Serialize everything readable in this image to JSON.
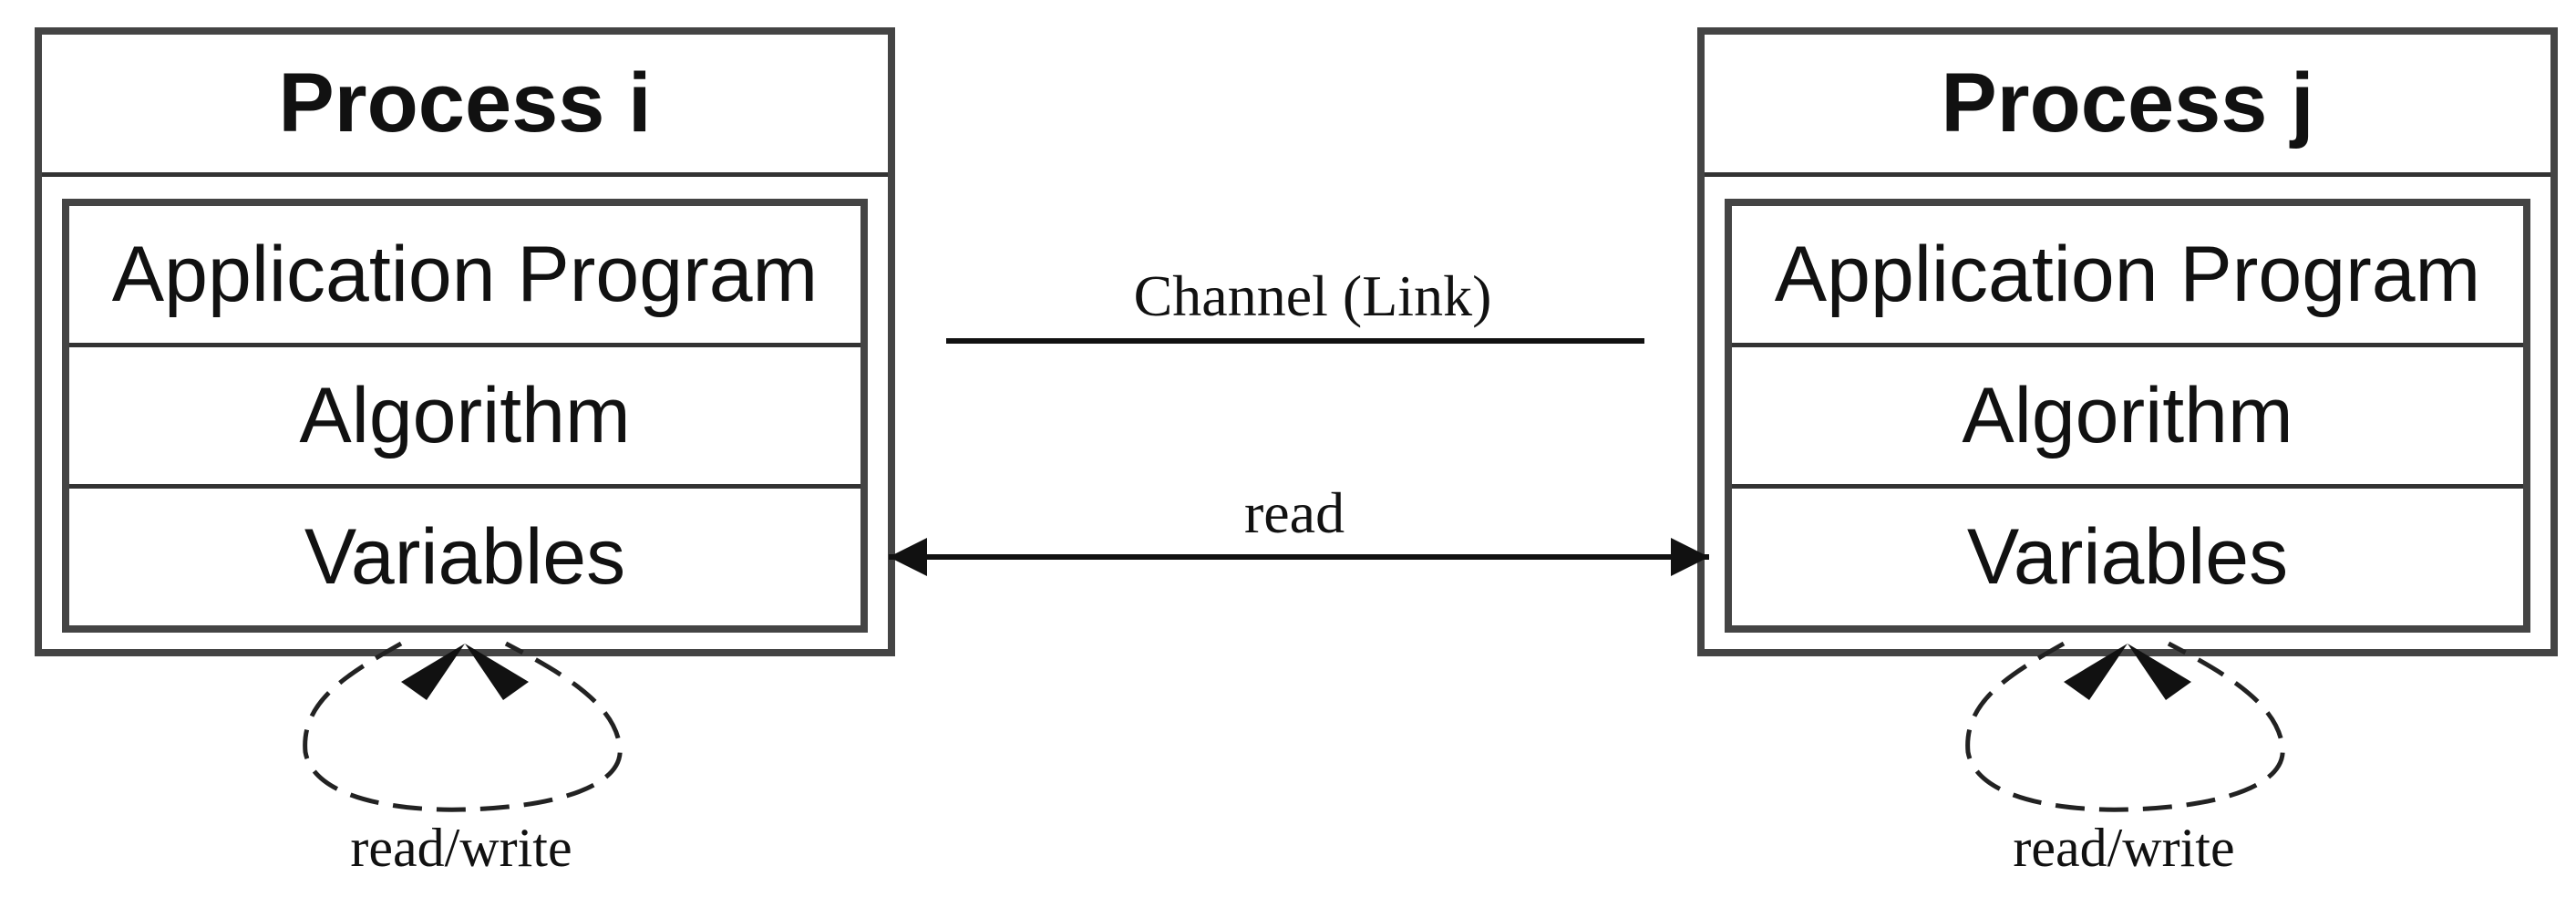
{
  "processes": [
    {
      "title": "Process i",
      "layers": [
        "Application Program",
        "Algorithm",
        "Variables"
      ],
      "loop_label": "read/write"
    },
    {
      "title": "Process j",
      "layers": [
        "Application Program",
        "Algorithm",
        "Variables"
      ],
      "loop_label": "read/write"
    }
  ],
  "channel": {
    "label": "Channel (Link)"
  },
  "shared_access": {
    "label": "read"
  }
}
